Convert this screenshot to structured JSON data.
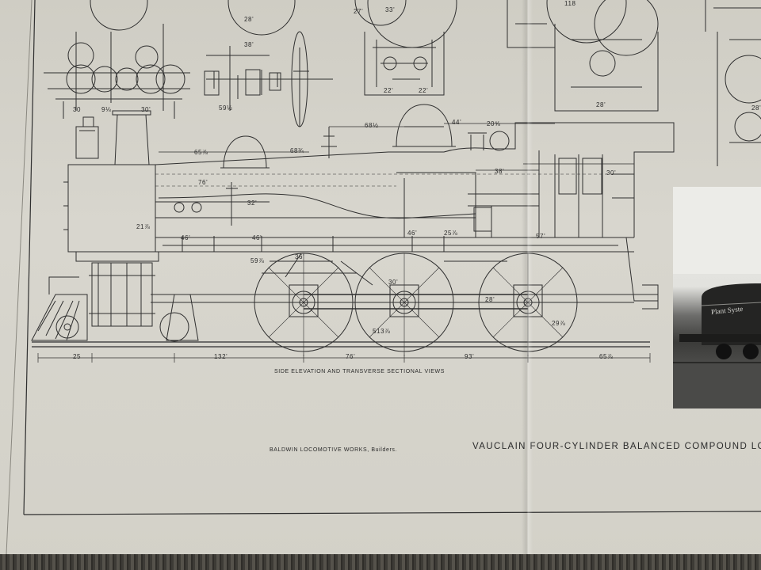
{
  "captions": {
    "side_view": "SIDE ELEVATION AND TRANSVERSE SECTIONAL VIEWS",
    "builders": "BALDWIN LOCOMOTIVE WORKS, Builders.",
    "title": "VAUCLAIN FOUR-CYLINDER BALANCED COMPOUND LOCO"
  },
  "dimensions": {
    "d_68a": "68½",
    "d_65": "65⅞",
    "d_68b": "68¾",
    "d_44": "44'",
    "d_20": "20⅝",
    "d_38": "38'",
    "d_30": "30'",
    "d_76": "76'",
    "d_46a": "46'",
    "d_46b": "46'",
    "d_46c": "46'",
    "d_25": "25⅞",
    "d_57": "57'",
    "d_32": "32'",
    "d_59": "59⅞",
    "d_36": "36'",
    "d_30b": "30'",
    "d_28": "28'",
    "d_29": "29⅞",
    "d_21": "21⅞",
    "d_513": "513⅞",
    "d_b25": "25",
    "d_b132": "132'",
    "d_b76": "76'",
    "d_b93": "93'",
    "d_b65": "65⅞",
    "d_t28": "28'",
    "d_t22": "22'",
    "d_t22b": "22'",
    "d_t38": "38'",
    "d_t30": "30",
    "d_t9": "9⅛",
    "d_t30b": "30'",
    "d_t28b": "28'",
    "d_t27": "27'",
    "d_t33": "33'",
    "d_t118": "118",
    "d_t28c": "28'",
    "d_t59": "59½"
  },
  "photo": {
    "tank_lettering": "Plant Syste"
  }
}
